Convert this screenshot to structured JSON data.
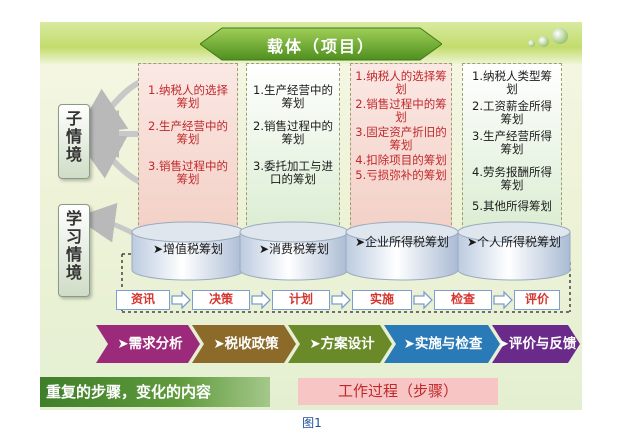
{
  "title": "载体（项目）",
  "left_labels": {
    "child": "子情境",
    "learning": "学习情境"
  },
  "cards": [
    {
      "cylinder": "➤增值税筹划",
      "style": "red",
      "items": [
        "1.纳税人的选择筹划",
        "2.生产经营中的筹划",
        "3.销售过程中的筹划"
      ]
    },
    {
      "cylinder": "➤消费税筹划",
      "style": "green",
      "items": [
        "1.生产经营中的筹划",
        "2.销售过程中的筹划",
        "3.委托加工与进口的筹划"
      ]
    },
    {
      "cylinder": "➤企业所得税筹划",
      "style": "red",
      "items": [
        "1.纳税人的选择筹划",
        "2.销售过程中的筹划",
        "3.固定资产折旧的筹划",
        "4.扣除项目的筹划",
        "5.亏损弥补的筹划"
      ]
    },
    {
      "cylinder": "➤个人所得税筹划",
      "style": "green",
      "items": [
        "1.纳税人类型筹划",
        "2.工资薪金所得筹划",
        "3.生产经营所得筹划",
        "4.劳务报酬所得筹划",
        "5.其他所得筹划"
      ]
    }
  ],
  "steps": [
    "资讯",
    "决策",
    "计划",
    "实施",
    "检查",
    "评价"
  ],
  "flow": [
    {
      "label": "➤需求分析",
      "color": "#9c2a7a"
    },
    {
      "label": "➤税收政策",
      "color": "#8c6a2a"
    },
    {
      "label": "➤方案设计",
      "color": "#6a8a2a"
    },
    {
      "label": "➤实施与检查",
      "color": "#2a7ab8"
    },
    {
      "label": "➤评价与反馈",
      "color": "#6a2a8a"
    }
  ],
  "bottom": {
    "left": "重复的步骤，变化的内容",
    "right": "工作过程（步骤）"
  },
  "caption": "图1"
}
